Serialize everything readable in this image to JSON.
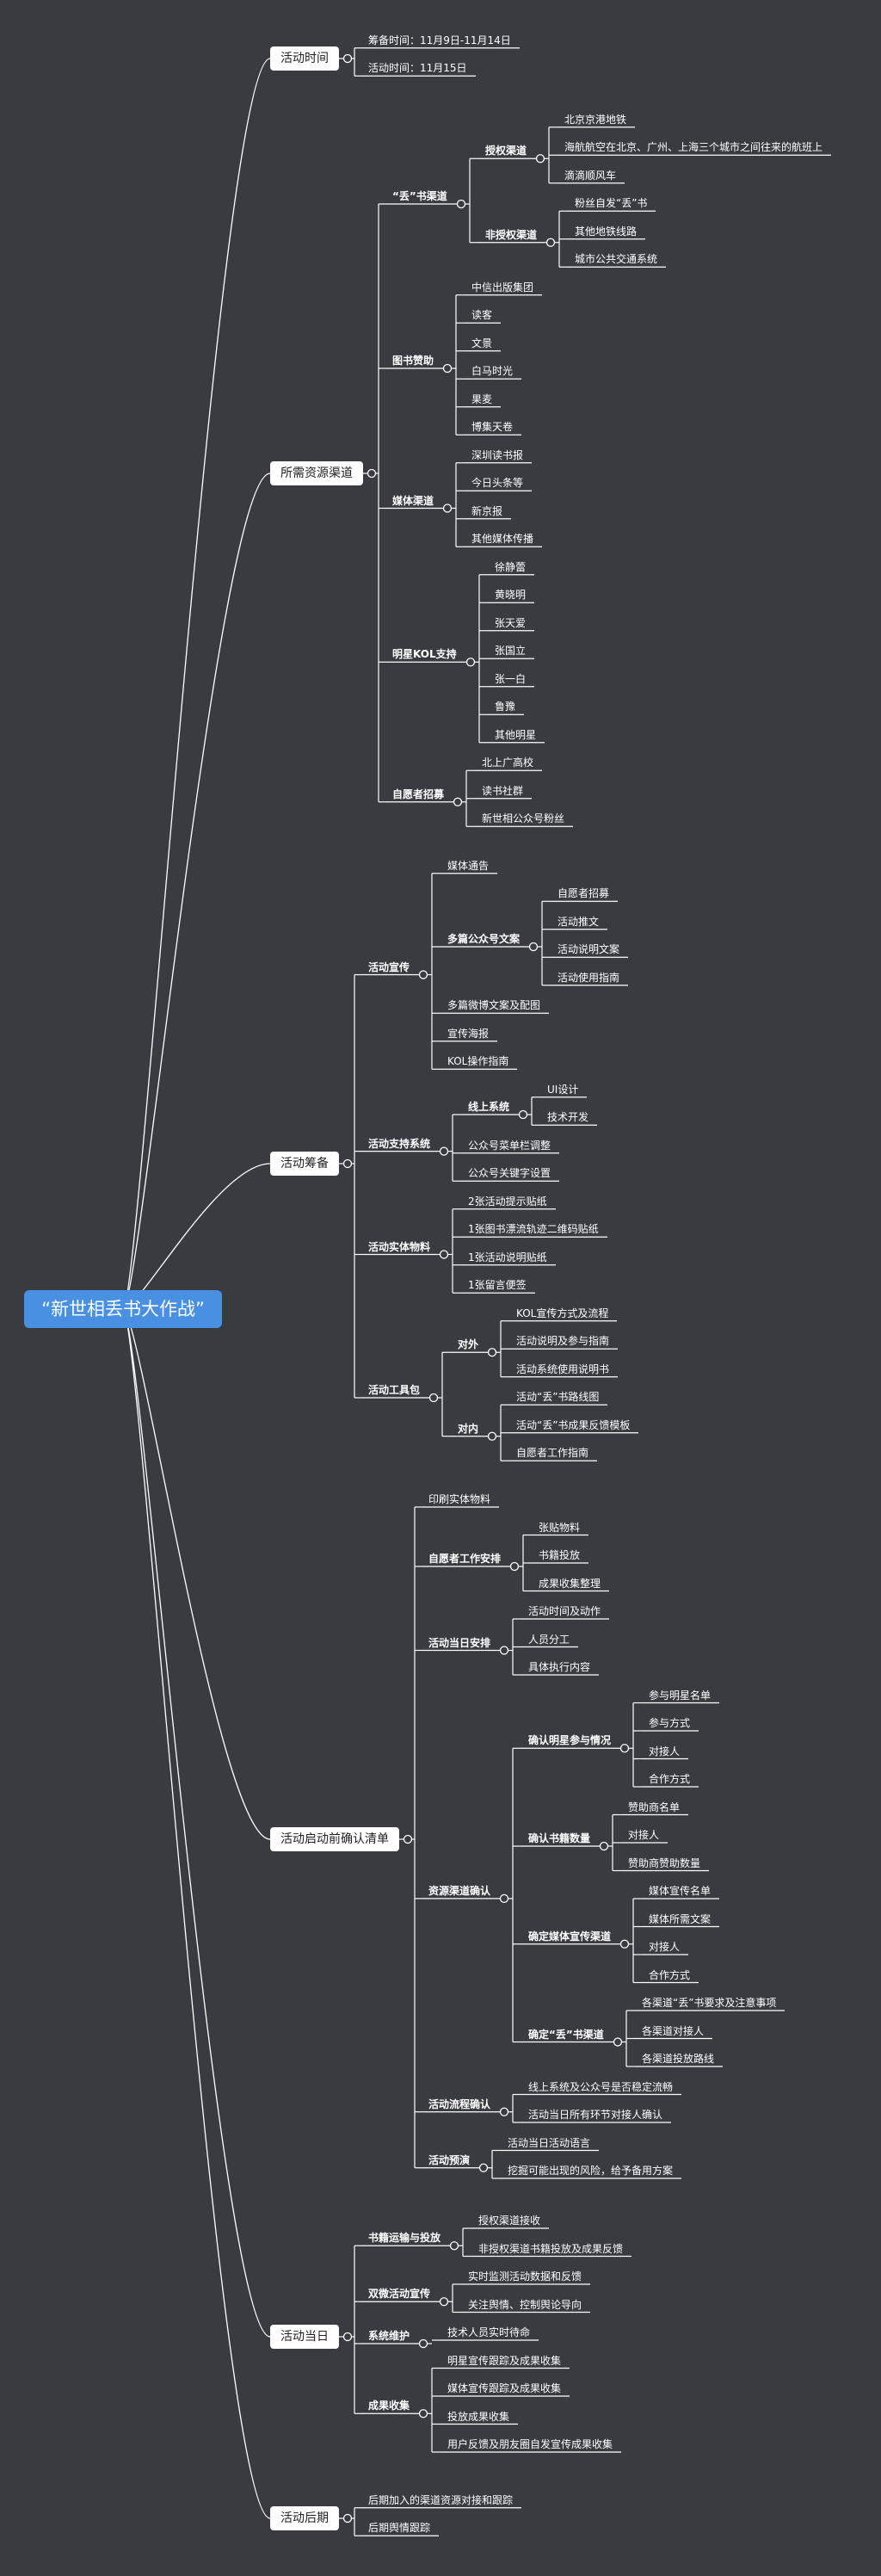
{
  "mindmap": {
    "title": "“新世相丢书大作战”",
    "branches": [
      {
        "label": "活动时间",
        "children": [
          {
            "label": "筹备时间：11月9日-11月14日"
          },
          {
            "label": "活动时间：11月15日"
          }
        ]
      },
      {
        "label": "所需资源渠道",
        "children": [
          {
            "label": "“丢”书渠道",
            "children": [
              {
                "label": "授权渠道",
                "children": [
                  {
                    "label": "北京京港地铁"
                  },
                  {
                    "label": "海航航空在北京、广州、上海三个城市之间往来的航班上"
                  },
                  {
                    "label": "滴滴顺风车"
                  }
                ]
              },
              {
                "label": "非授权渠道",
                "children": [
                  {
                    "label": "粉丝自发“丢”书"
                  },
                  {
                    "label": "其他地铁线路"
                  },
                  {
                    "label": "城市公共交通系统"
                  }
                ]
              }
            ]
          },
          {
            "label": "图书赞助",
            "children": [
              {
                "label": "中信出版集团"
              },
              {
                "label": "读客"
              },
              {
                "label": "文景"
              },
              {
                "label": "白马时光"
              },
              {
                "label": "果麦"
              },
              {
                "label": "博集天卷"
              }
            ]
          },
          {
            "label": "媒体渠道",
            "children": [
              {
                "label": "深圳读书报"
              },
              {
                "label": "今日头条等"
              },
              {
                "label": "新京报"
              },
              {
                "label": "其他媒体传播"
              }
            ]
          },
          {
            "label": "明星KOL支持",
            "children": [
              {
                "label": "徐静蕾"
              },
              {
                "label": "黄晓明"
              },
              {
                "label": "张天爱"
              },
              {
                "label": "张国立"
              },
              {
                "label": "张一白"
              },
              {
                "label": "鲁豫"
              },
              {
                "label": "其他明星"
              }
            ]
          },
          {
            "label": "自愿者招募",
            "children": [
              {
                "label": "北上广高校"
              },
              {
                "label": "读书社群"
              },
              {
                "label": "新世相公众号粉丝"
              }
            ]
          }
        ]
      },
      {
        "label": "活动筹备",
        "children": [
          {
            "label": "活动宣传",
            "children": [
              {
                "label": "媒体通告"
              },
              {
                "label": "多篇公众号文案",
                "children": [
                  {
                    "label": "自愿者招募"
                  },
                  {
                    "label": "活动推文"
                  },
                  {
                    "label": "活动说明文案"
                  },
                  {
                    "label": "活动使用指南"
                  }
                ]
              },
              {
                "label": "多篇微博文案及配图"
              },
              {
                "label": "宣传海报"
              },
              {
                "label": "KOL操作指南"
              }
            ]
          },
          {
            "label": "活动支持系统",
            "children": [
              {
                "label": "线上系统",
                "children": [
                  {
                    "label": "UI设计"
                  },
                  {
                    "label": "技术开发"
                  }
                ]
              },
              {
                "label": "公众号菜单栏调整"
              },
              {
                "label": "公众号关键字设置"
              }
            ]
          },
          {
            "label": "活动实体物料",
            "children": [
              {
                "label": "2张活动提示贴纸"
              },
              {
                "label": "1张图书漂流轨迹二维码贴纸"
              },
              {
                "label": "1张活动说明贴纸"
              },
              {
                "label": "1张留言便签"
              }
            ]
          },
          {
            "label": "活动工具包",
            "children": [
              {
                "label": "对外",
                "children": [
                  {
                    "label": "KOL宣传方式及流程"
                  },
                  {
                    "label": "活动说明及参与指南"
                  },
                  {
                    "label": "活动系统使用说明书"
                  }
                ]
              },
              {
                "label": "对内",
                "children": [
                  {
                    "label": "活动“丢”书路线图"
                  },
                  {
                    "label": "活动“丢”书成果反馈模板"
                  },
                  {
                    "label": "自愿者工作指南"
                  }
                ]
              }
            ]
          }
        ]
      },
      {
        "label": "活动启动前确认清单",
        "children": [
          {
            "label": "印刷实体物料"
          },
          {
            "label": "自愿者工作安排",
            "children": [
              {
                "label": "张贴物料"
              },
              {
                "label": "书籍投放"
              },
              {
                "label": "成果收集整理"
              }
            ]
          },
          {
            "label": "活动当日安排",
            "children": [
              {
                "label": "活动时间及动作"
              },
              {
                "label": "人员分工"
              },
              {
                "label": "具体执行内容"
              }
            ]
          },
          {
            "label": "资源渠道确认",
            "children": [
              {
                "label": "确认明星参与情况",
                "children": [
                  {
                    "label": "参与明星名单"
                  },
                  {
                    "label": "参与方式"
                  },
                  {
                    "label": "对接人"
                  },
                  {
                    "label": "合作方式"
                  }
                ]
              },
              {
                "label": "确认书籍数量",
                "children": [
                  {
                    "label": "赞助商名单"
                  },
                  {
                    "label": "对接人"
                  },
                  {
                    "label": "赞助商赞助数量"
                  }
                ]
              },
              {
                "label": "确定媒体宣传渠道",
                "children": [
                  {
                    "label": "媒体宣传名单"
                  },
                  {
                    "label": "媒体所需文案"
                  },
                  {
                    "label": "对接人"
                  },
                  {
                    "label": "合作方式"
                  }
                ]
              },
              {
                "label": "确定“丢”书渠道",
                "children": [
                  {
                    "label": "各渠道“丢”书要求及注意事项"
                  },
                  {
                    "label": "各渠道对接人"
                  },
                  {
                    "label": "各渠道投放路线"
                  }
                ]
              }
            ]
          },
          {
            "label": "活动流程确认",
            "children": [
              {
                "label": "线上系统及公众号是否稳定流畅"
              },
              {
                "label": "活动当日所有环节对接人确认"
              }
            ]
          },
          {
            "label": "活动预演",
            "children": [
              {
                "label": "活动当日活动语言"
              },
              {
                "label": "挖掘可能出现的风险，给予备用方案"
              }
            ]
          }
        ]
      },
      {
        "label": "活动当日",
        "children": [
          {
            "label": "书籍运输与投放",
            "children": [
              {
                "label": "授权渠道接收"
              },
              {
                "label": "非授权渠道书籍投放及成果反馈"
              }
            ]
          },
          {
            "label": "双微活动宣传",
            "children": [
              {
                "label": "实时监测活动数据和反馈"
              },
              {
                "label": "关注舆情、控制舆论导向"
              }
            ]
          },
          {
            "label": "系统维护",
            "children": [
              {
                "label": "技术人员实时待命"
              }
            ]
          },
          {
            "label": "成果收集",
            "children": [
              {
                "label": "明星宣传跟踪及成果收集"
              },
              {
                "label": "媒体宣传跟踪及成果收集"
              },
              {
                "label": "投放成果收集"
              },
              {
                "label": "用户反馈及朋友圈自发宣传成果收集"
              }
            ]
          }
        ]
      },
      {
        "label": "活动后期",
        "children": [
          {
            "label": "后期加入的渠道资源对接和跟踪"
          },
          {
            "label": "后期舆情跟踪"
          }
        ]
      }
    ]
  }
}
